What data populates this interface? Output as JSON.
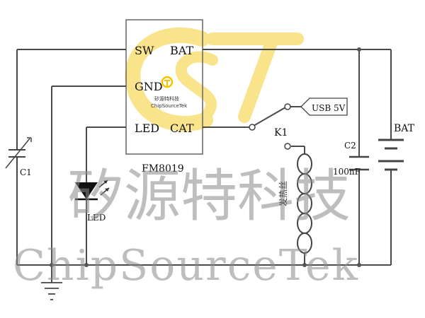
{
  "ic": {
    "pins_left": [
      "SW",
      "GND",
      "LED"
    ],
    "pins_right": [
      "BAT",
      "CAT"
    ],
    "part_number": "FM8019",
    "logo_cn": "矽源特科技",
    "logo_en": "ChipSourceTek"
  },
  "components": {
    "c1": "C1",
    "led": "LED",
    "k1": "K1",
    "usb": "USB 5V",
    "c2": "C2",
    "c2_value": "100nF",
    "bat": "BAT",
    "coil_cn": "发热丝"
  },
  "watermark": {
    "logo_letters": "CST",
    "cn": "矽源特科技",
    "en": "ChipSourceTek",
    "color": "#f5c400"
  }
}
